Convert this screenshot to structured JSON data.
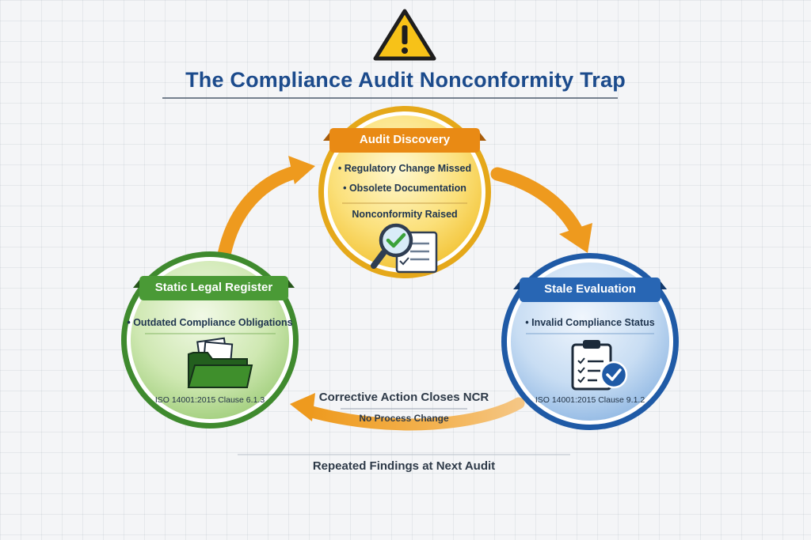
{
  "title": "The Compliance Audit Nonconformity Trap",
  "icons": {
    "warning": "warning-icon",
    "top": "magnifier-document-icon",
    "left": "folder-icon",
    "right": "clipboard-check-icon"
  },
  "colors": {
    "title": "#1c4b8c",
    "gold": "#f2c233",
    "orange": "#e98a14",
    "green": "#4a9a36",
    "blue": "#2866b4",
    "arrow": "#ee9a1e"
  },
  "stages": {
    "audit_discovery": {
      "label": "Audit Discovery",
      "bullets": [
        "• Regulatory Change Missed",
        "• Obsolete Documentation"
      ],
      "result": "Nonconformity Raised"
    },
    "static_register": {
      "label": "Static Legal Register",
      "bullets": [
        "• Outdated Compliance Obligations"
      ],
      "clause": "ISO 14001:2015 Clause 6.1.3"
    },
    "stale_evaluation": {
      "label": "Stale Evaluation",
      "bullets": [
        "• Invalid Compliance Status"
      ],
      "clause": "ISO 14001:2015 Clause 9.1.2"
    }
  },
  "flow": {
    "main": "Corrective Action Closes NCR",
    "sub": "No Process Change"
  },
  "footer": "Repeated Findings at Next Audit"
}
